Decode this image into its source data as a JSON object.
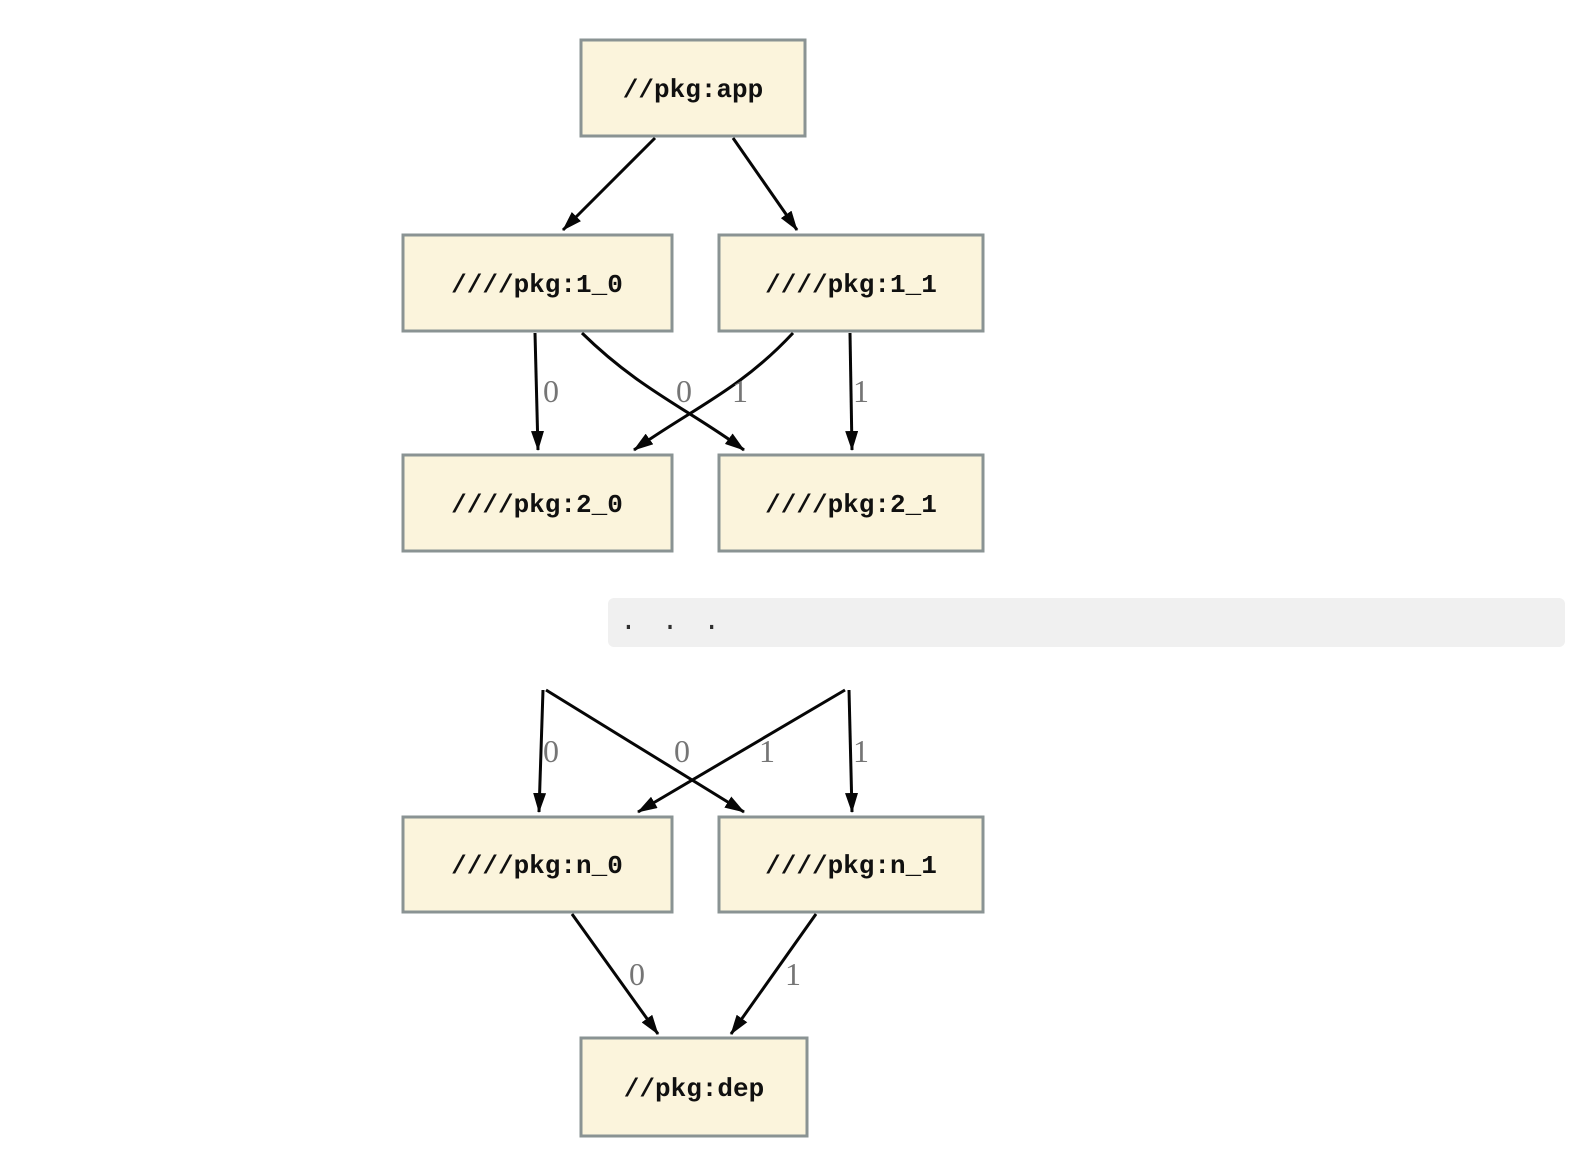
{
  "diagram": {
    "nodes": {
      "app": {
        "label": "//pkg:app"
      },
      "n1_0": {
        "label": "////pkg:1_0"
      },
      "n1_1": {
        "label": "////pkg:1_1"
      },
      "n2_0": {
        "label": "////pkg:2_0"
      },
      "n2_1": {
        "label": "////pkg:2_1"
      },
      "nn_0": {
        "label": "////pkg:n_0"
      },
      "nn_1": {
        "label": "////pkg:n_1"
      },
      "dep": {
        "label": "//pkg:dep"
      }
    },
    "edge_labels": {
      "e1_0_to_2_0": "0",
      "e1_1_to_2_0": "0",
      "e1_0_to_2_1": "1",
      "e1_1_to_2_1": "1",
      "edots_to_n_0_left": "0",
      "edots_to_n_0_mid": "0",
      "edots_to_n_1_mid": "1",
      "edots_to_n_1_right": "1",
      "en_0_to_dep": "0",
      "en_1_to_dep": "1"
    },
    "colors": {
      "node_fill": "#fbf4dc",
      "node_border": "#8a9393",
      "edge": "#060606",
      "edge_label": "#757575",
      "band_bg": "#f0f0f0"
    }
  },
  "ellipsis_band": {
    "text": ". . ."
  }
}
